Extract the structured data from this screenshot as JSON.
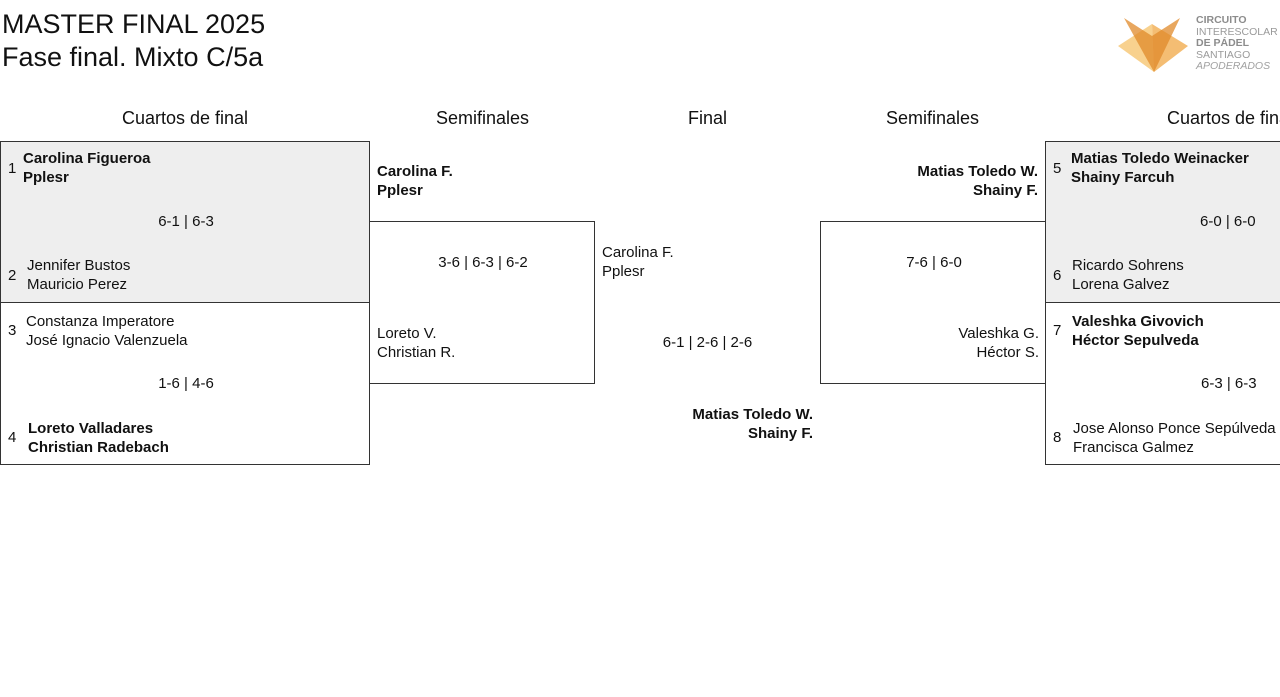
{
  "title": {
    "line1": "MASTER FINAL 2025",
    "line2": "Fase final. Mixto C/5a"
  },
  "logo": {
    "line1": "CIRCUITO",
    "line2": "INTERESCOLAR",
    "line3": "DE PÁDEL",
    "line4": "SANTIAGO",
    "line5": "APODERADOS",
    "colors": [
      "#f2a23a",
      "#f7c97a",
      "#e08a2a"
    ]
  },
  "rounds": {
    "qf_left": "Cuartos de final",
    "sf_left": "Semifinales",
    "final": "Final",
    "sf_right": "Semifinales",
    "qf_right": "Cuartos de final"
  },
  "qf": [
    {
      "team_a": {
        "seed": "1",
        "p1": "Carolina Figueroa",
        "p2": "Pplesr",
        "winner": true
      },
      "team_b": {
        "seed": "2",
        "p1": "Jennifer Bustos",
        "p2": "Mauricio Perez",
        "winner": false
      },
      "score": "6-1 | 6-3"
    },
    {
      "team_a": {
        "seed": "3",
        "p1": "Constanza Imperatore",
        "p2": "José Ignacio Valenzuela",
        "winner": false
      },
      "team_b": {
        "seed": "4",
        "p1": "Loreto Valladares",
        "p2": "Christian Radebach",
        "winner": true
      },
      "score": "1-6 | 4-6"
    },
    {
      "team_a": {
        "seed": "5",
        "p1": "Matias Toledo Weinacker",
        "p2": "Shainy Farcuh",
        "winner": true
      },
      "team_b": {
        "seed": "6",
        "p1": "Ricardo Sohrens",
        "p2": "Lorena Galvez",
        "winner": false
      },
      "score": "6-0 | 6-0"
    },
    {
      "team_a": {
        "seed": "7",
        "p1": "Valeshka Givovich",
        "p2": "Héctor Sepulveda",
        "winner": true
      },
      "team_b": {
        "seed": "8",
        "p1": "Jose Alonso Ponce Sepúlveda",
        "p2": "Francisca Galmez",
        "winner": false
      },
      "score": "6-3 | 6-3"
    }
  ],
  "sf": [
    {
      "team_a": {
        "p1": "Carolina F.",
        "p2": "Pplesr",
        "winner": true
      },
      "team_b": {
        "p1": "Loreto V.",
        "p2": "Christian R.",
        "winner": false
      },
      "score": "3-6 | 6-3 | 6-2"
    },
    {
      "team_a": {
        "p1": "Matias Toledo W.",
        "p2": "Shainy F.",
        "winner": true
      },
      "team_b": {
        "p1": "Valeshka G.",
        "p2": "Héctor S.",
        "winner": false
      },
      "score": "7-6 | 6-0"
    }
  ],
  "final": {
    "team_a": {
      "p1": "Carolina F.",
      "p2": "Pplesr",
      "winner": false
    },
    "team_b": {
      "p1": "Matias Toledo W.",
      "p2": "Shainy F.",
      "winner": true
    },
    "score": "6-1 | 2-6 | 2-6"
  }
}
